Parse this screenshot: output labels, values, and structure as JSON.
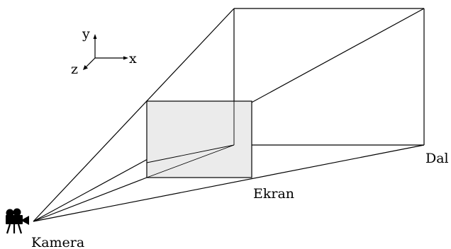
{
  "labels": {
    "far_plane": "Dal",
    "screen": "Ekran",
    "camera": "Kamera"
  },
  "axes": {
    "x": "x",
    "y": "y",
    "z": "z"
  },
  "colors": {
    "screen_fill": "#ebebeb",
    "stroke": "#000000",
    "background": "#ffffff"
  },
  "icons": {
    "camera": "movie-camera-icon"
  }
}
